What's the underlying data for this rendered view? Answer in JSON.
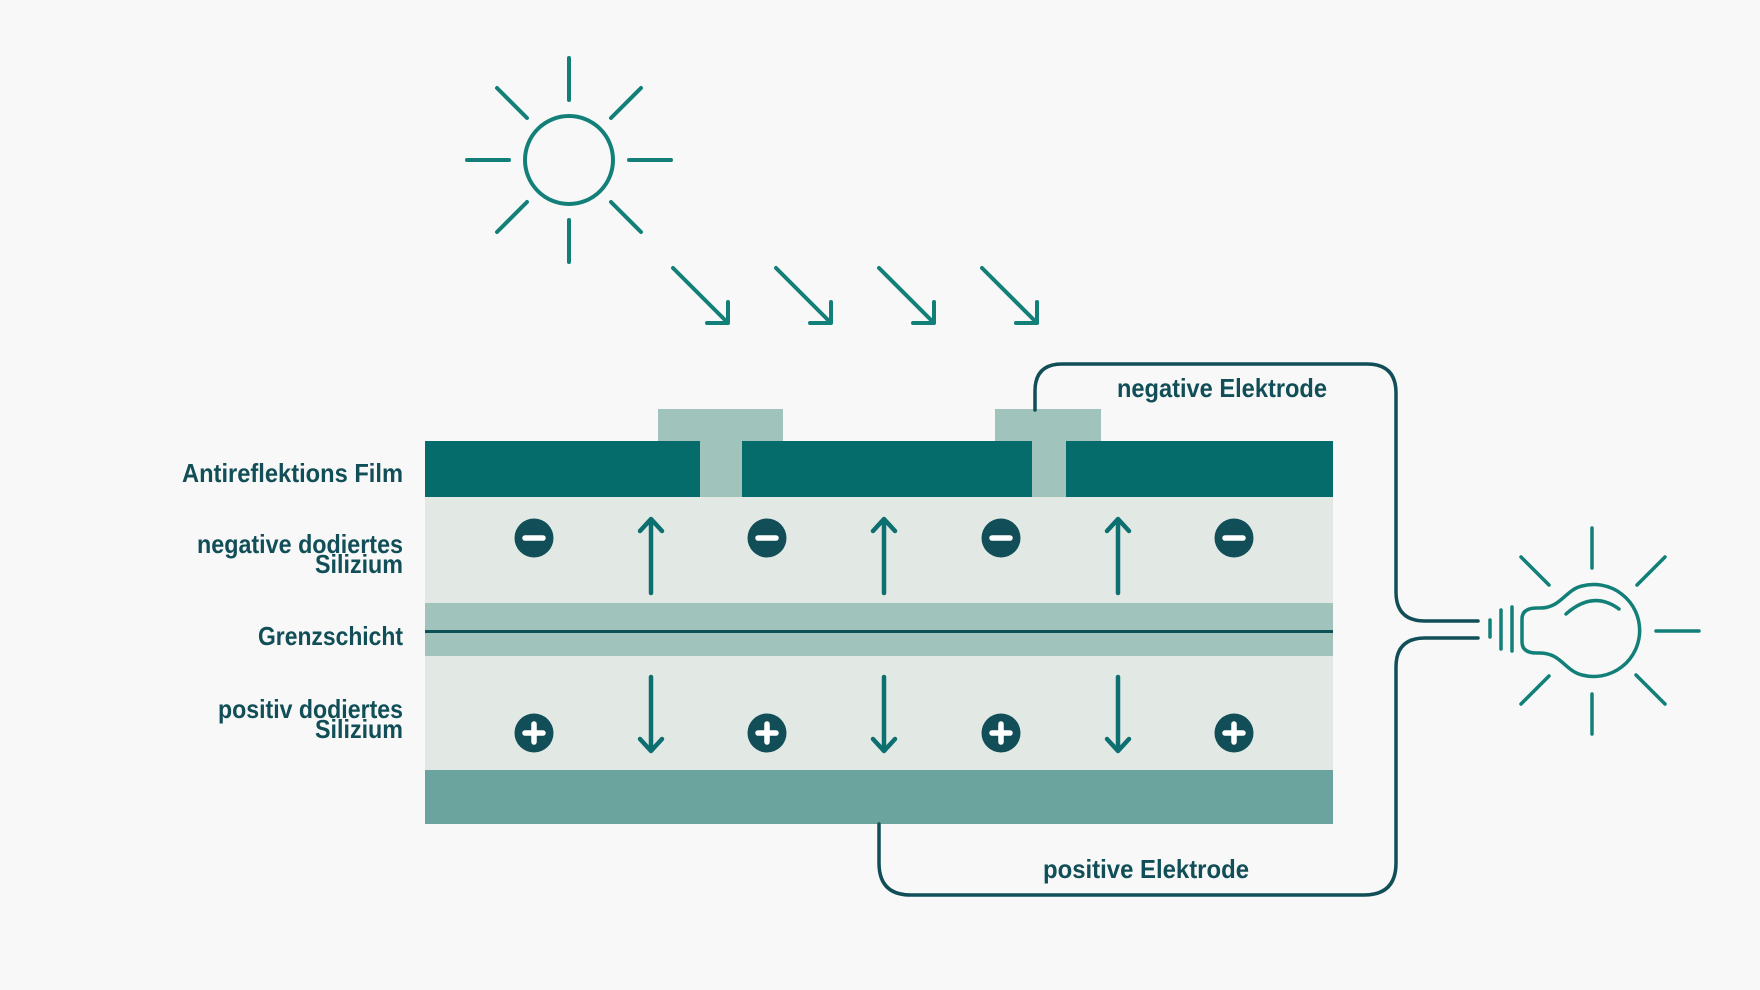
{
  "colors": {
    "bg": "#f7f8f7",
    "teal": "#128078",
    "arrow-teal": "#0d6f70",
    "petrol": "#114e58",
    "layer-dark": "#056b6b",
    "layer-sage": "#a0c3bb",
    "layer-light": "#e2e9e5",
    "layer-bottom": "#6ba49f",
    "junction": "#0d5157",
    "white": "#ffffff"
  },
  "labels": {
    "antireflection_film": "Antireflektions Film",
    "n_silicon_line1": "negative dodiertes",
    "n_silicon_line2": "Silizium",
    "boundary": "Grenzschicht",
    "p_silicon_line1": "positiv dodiertes",
    "p_silicon_line2": "Silizium",
    "negative_electrode": "negative Elektrode",
    "positive_electrode": "positive Elektrode"
  },
  "diagram": {
    "electron_symbol": "−",
    "hole_symbol": "+",
    "electron_count": 4,
    "hole_count": 4,
    "electron_flow_arrow_count": 3,
    "hole_flow_arrow_count": 3,
    "sunbeam_arrow_count": 4,
    "sun_ray_count": 8,
    "bulb_ray_count": 7
  }
}
